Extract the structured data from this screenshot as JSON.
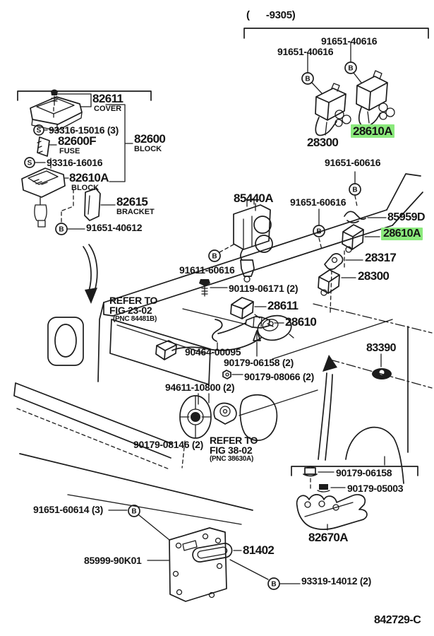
{
  "diagram": {
    "doc_code": "842729-C",
    "header_note": "(      -9305)",
    "highlight_color": "#8BE97C",
    "markers": {
      "b": "B",
      "s": "S"
    },
    "labels": {
      "p91651_40616_a": "91651-40616",
      "p91651_40616_b": "91651-40616",
      "p28300_top": "28300",
      "p28610a_top": "28610A",
      "p91651_60616_top": "91651-60616",
      "p91651_60616_left": "91651-60616",
      "p85959d": "85959D",
      "p28610a_mid": "28610A",
      "p28317": "28317",
      "p28300_mid": "28300",
      "p82611": "82611",
      "p82611_sub": "COVER",
      "p93316_15016": "93316-15016 (3)",
      "p82600f": "82600F",
      "p82600f_sub": "FUSE",
      "p82600": "82600",
      "p82600_sub": "BLOCK",
      "p93316_16016": "93316-16016",
      "p82610a_left": "82610A",
      "p82610a_left_sub": "BLOCK",
      "p82615": "82615",
      "p82615_sub": "BRACKET",
      "p91651_40612": "91651-40612",
      "p85440a": "85440A",
      "p91611_60616": "91611-60616",
      "p90119_06171": "90119-06171 (2)",
      "p28611": "28611",
      "p28610": "28610",
      "refer1_line1": "REFER TO",
      "refer1_line2": "FIG 23-02",
      "refer1_line3": "(PNC 84481B)",
      "p90464_00095": "90464-00095",
      "p90179_06158_mid": "90179-06158 (2)",
      "p90179_08066": "90179-08066 (2)",
      "p94611_10800": "94611-10800 (2)",
      "p83390": "83390",
      "p90179_08146": "90179-08146 (2)",
      "refer2_line1": "REFER TO",
      "refer2_line2": "FIG 38-02",
      "refer2_line3": "(PNC 38630A)",
      "p90179_06158_br": "90179-06158",
      "p90179_05003": "90179-05003",
      "p82670a": "82670A",
      "p91651_60614": "91651-60614 (3)",
      "p85999_90k01": "85999-90K01",
      "p81402": "81402",
      "p93319_14012": "93319-14012 (2)"
    }
  }
}
